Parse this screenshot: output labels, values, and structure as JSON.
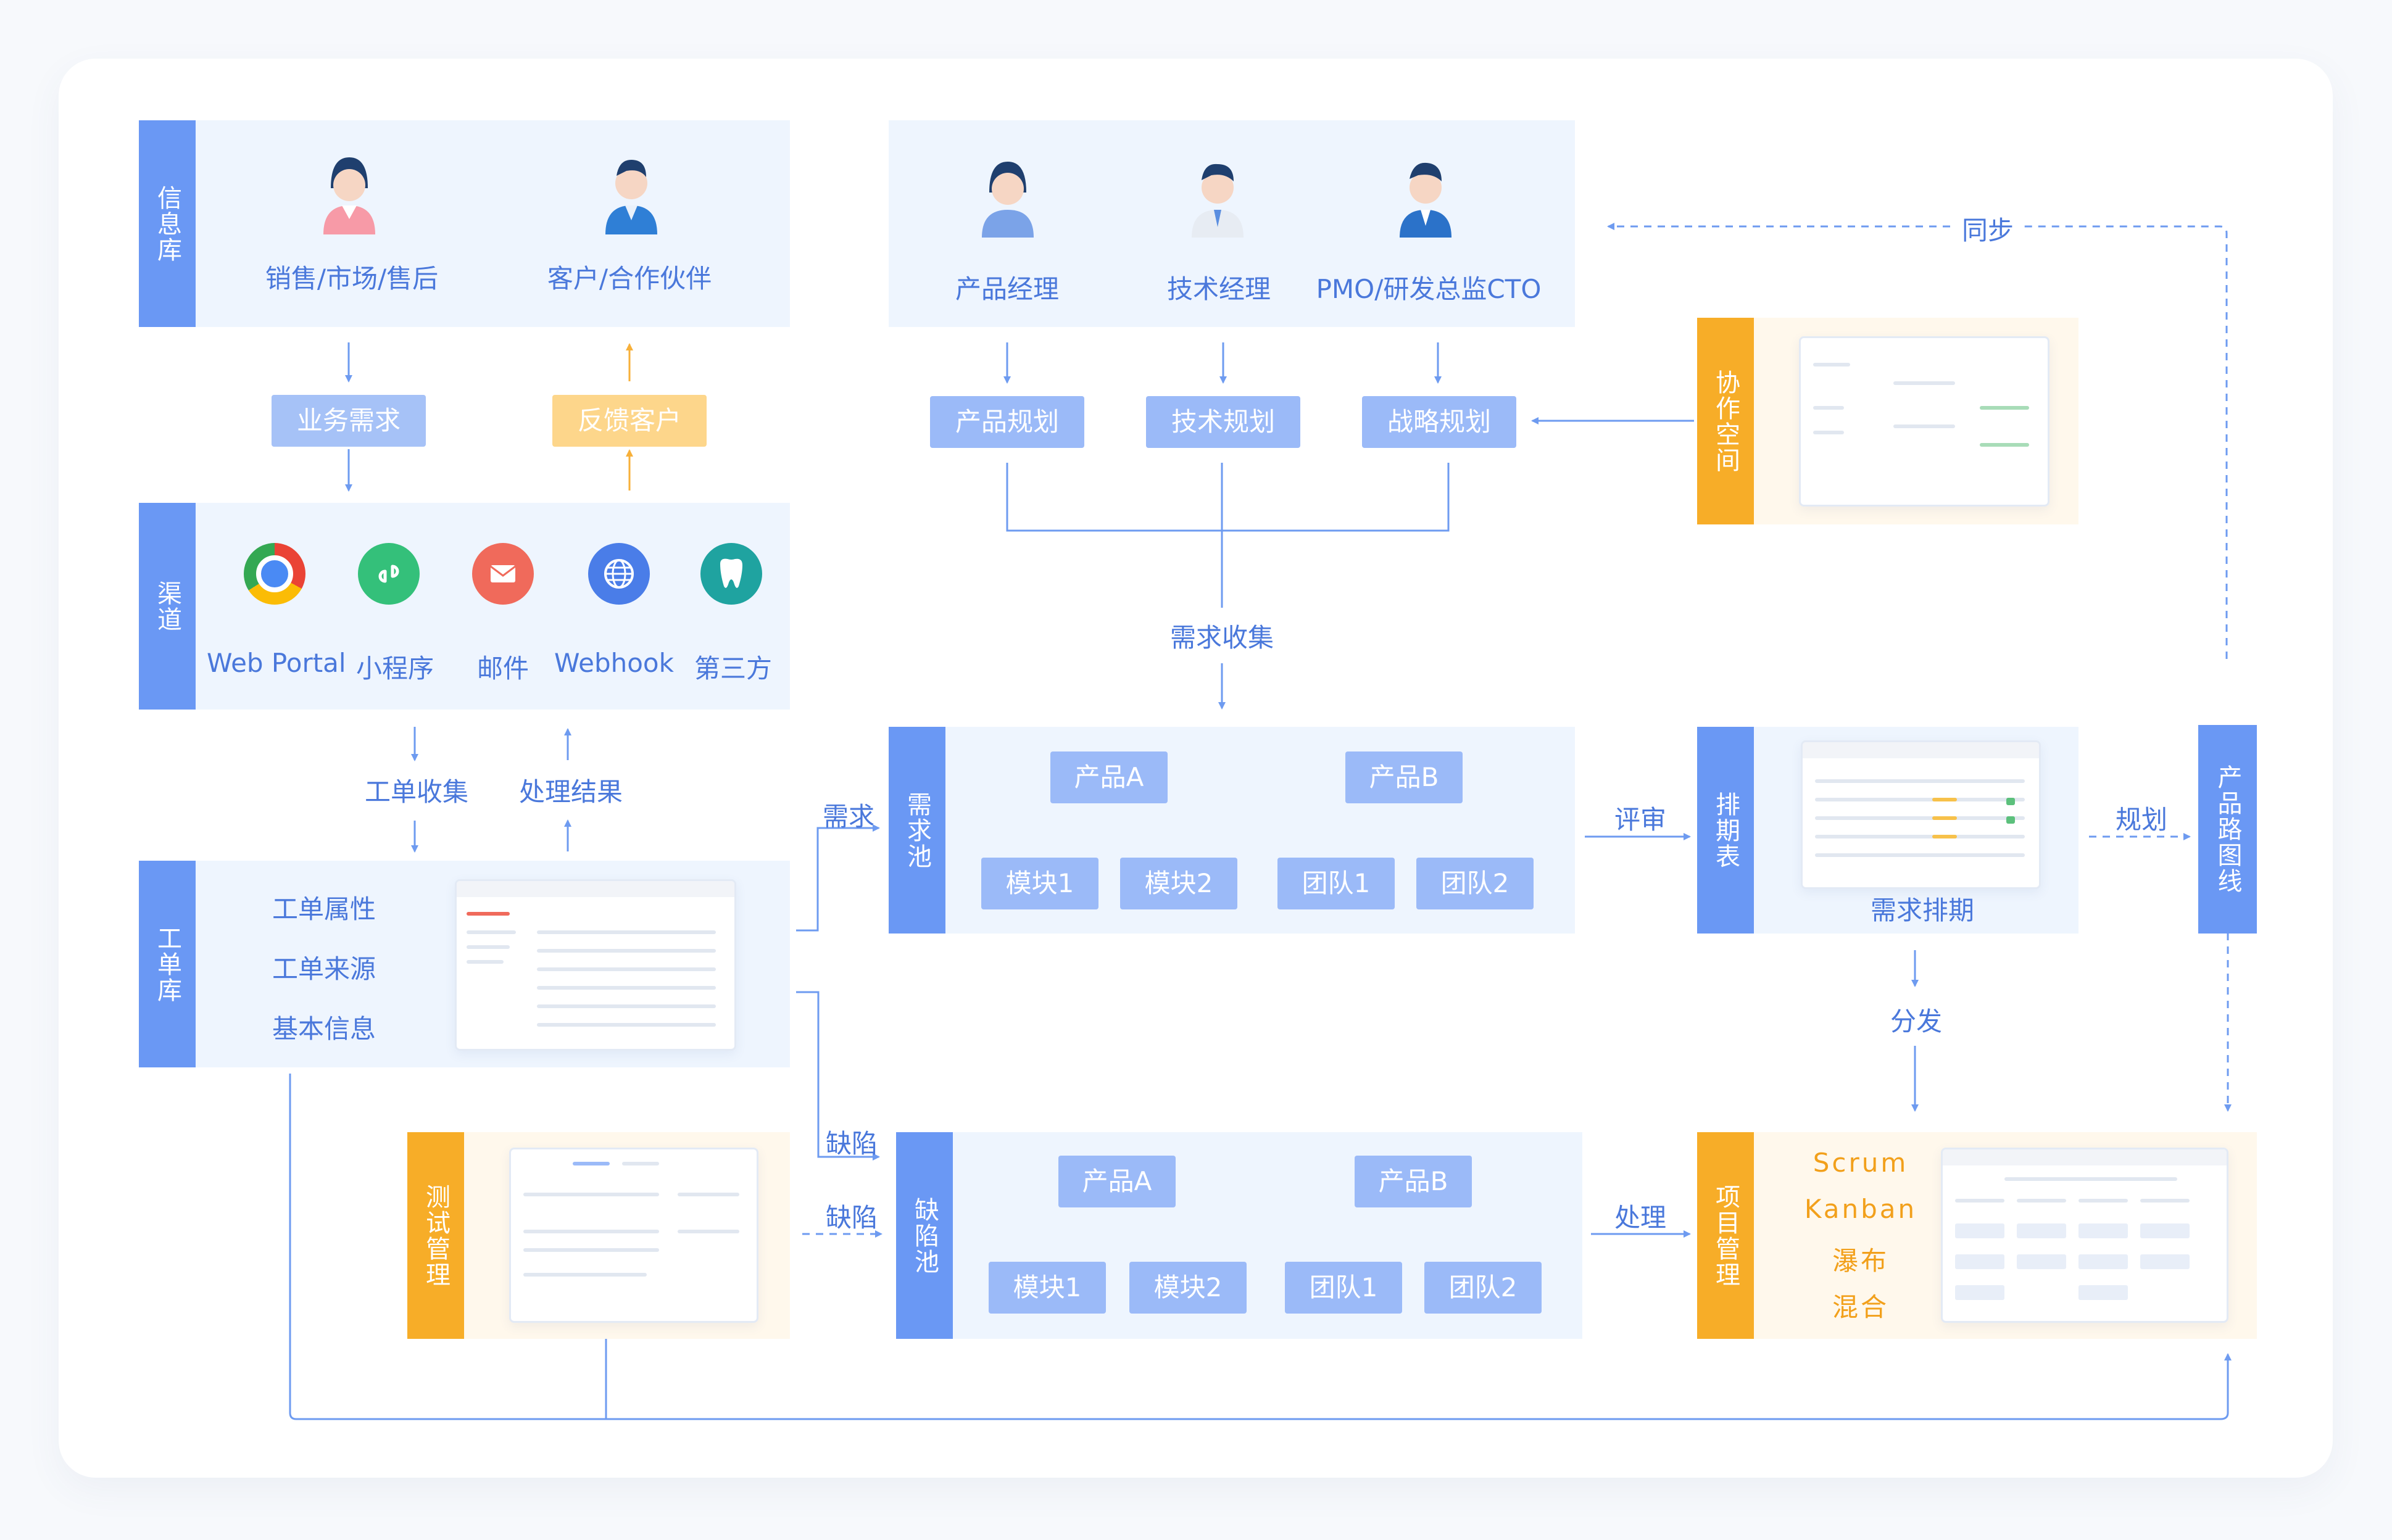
{
  "colors": {
    "blue": "#6a98f4",
    "line": "#6e9bf0",
    "orange": "#f7ad28",
    "panel": "#eef5fe",
    "text": "#4a78db"
  },
  "info_lib": {
    "tab": "信息库",
    "people": [
      "销售/市场/售后",
      "客户/合作伙伴"
    ]
  },
  "roles": {
    "people": [
      "产品经理",
      "技术经理",
      "PMO/研发总监CTO"
    ]
  },
  "channels": {
    "tab": "渠道",
    "items": [
      "Web Portal",
      "小程序",
      "邮件",
      "Webhook",
      "第三方"
    ]
  },
  "flows": {
    "biz_need": "业务需求",
    "feedback": "反馈客户",
    "ticket_collect": "工单收集",
    "process_result": "处理结果",
    "req_collect": "需求收集",
    "sync": "同步",
    "need": "需求",
    "defect1": "缺陷",
    "defect2": "缺陷",
    "review": "评审",
    "plan": "规划",
    "dispatch": "分发",
    "handle": "处理"
  },
  "planning": [
    "产品规划",
    "技术规划",
    "战略规划"
  ],
  "ticket_lib": {
    "tab": "工单库",
    "items": [
      "工单属性",
      "工单来源",
      "基本信息"
    ]
  },
  "req_pool": {
    "tab": "需求池",
    "products": [
      "产品A",
      "产品B"
    ],
    "modules": [
      "模块1",
      "模块2",
      "团队1",
      "团队2"
    ]
  },
  "defect_pool": {
    "tab": "缺陷池",
    "products": [
      "产品A",
      "产品B"
    ],
    "modules": [
      "模块1",
      "模块2",
      "团队1",
      "团队2"
    ]
  },
  "collab": {
    "tab": "协作空间"
  },
  "schedule": {
    "tab": "排期表",
    "caption": "需求排期"
  },
  "roadmap": {
    "tab": "产品路图线"
  },
  "test_mgmt": {
    "tab": "测试管理"
  },
  "project_mgmt": {
    "tab": "项目管理",
    "methods": [
      "Scrum",
      "Kanban",
      "瀑布",
      "混合"
    ]
  }
}
